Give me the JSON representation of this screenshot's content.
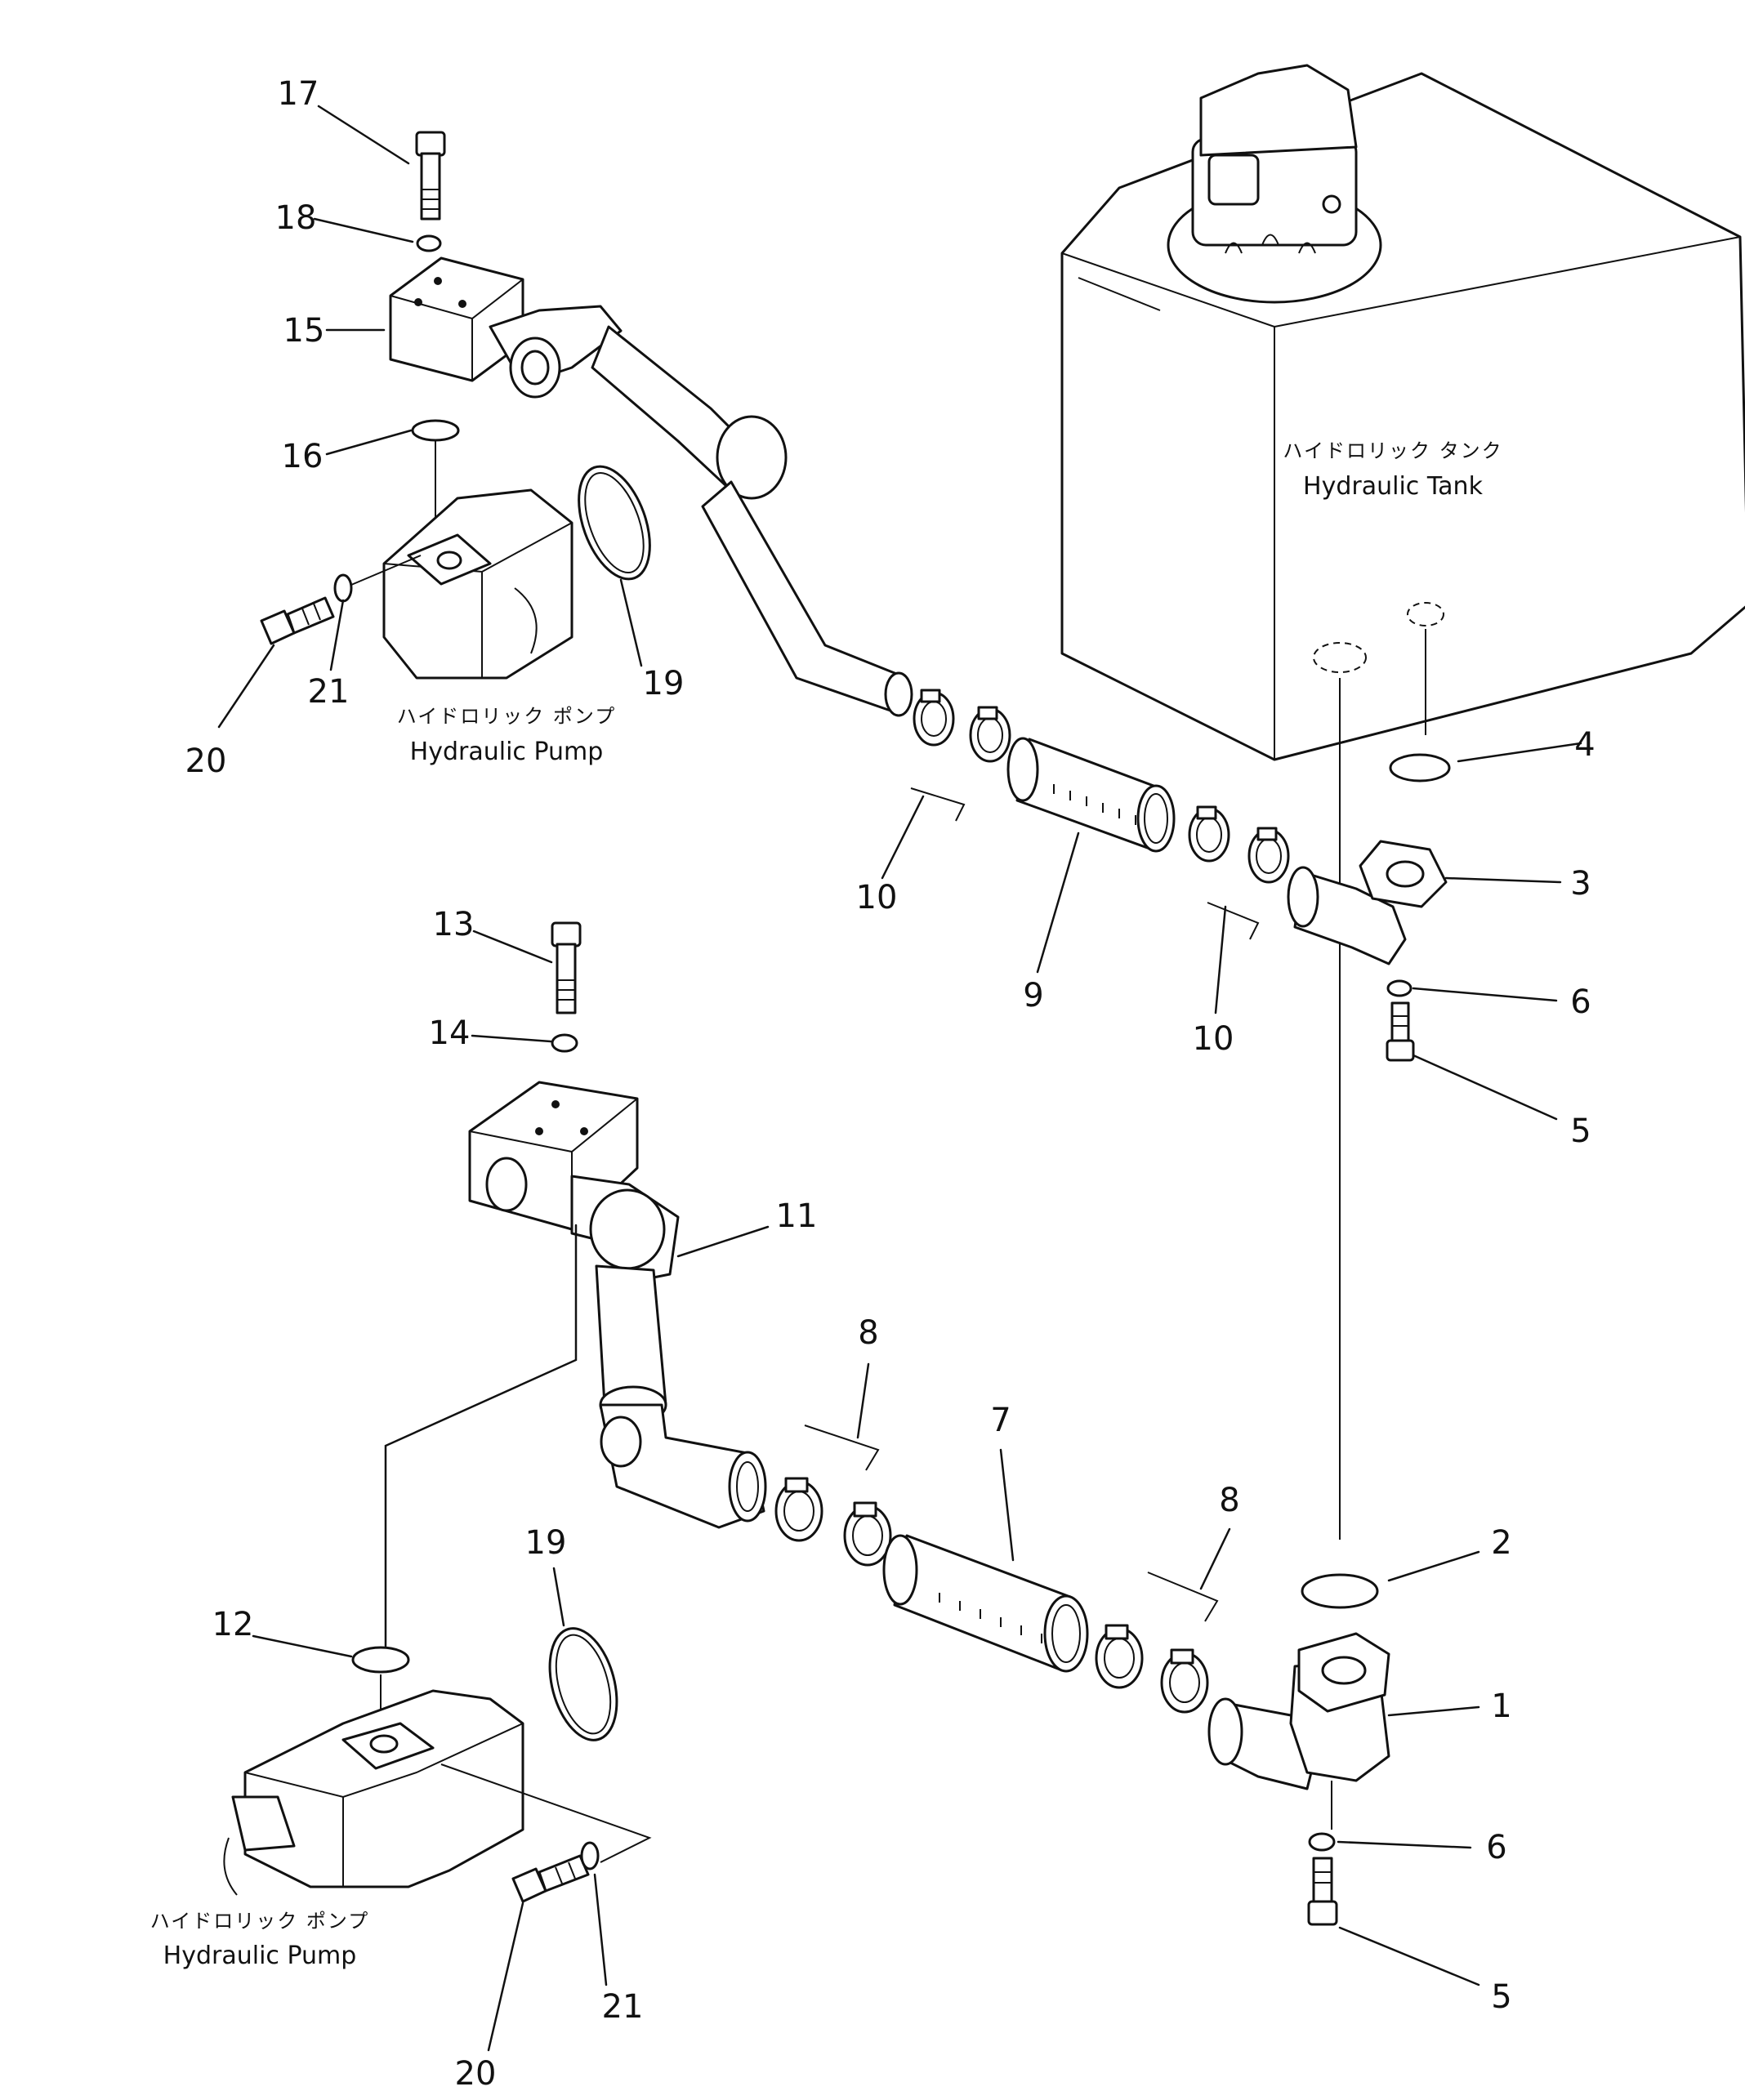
{
  "captions": {
    "tank_jp": "ハイドロリック タンク",
    "tank_en": "Hydraulic Tank",
    "pump_top_jp": "ハイドロリック ポンプ",
    "pump_top_en": "Hydraulic Pump",
    "pump_bottom_jp": "ハイドロリック ポンプ",
    "pump_bottom_en": "Hydraulic Pump"
  },
  "callouts": {
    "c1": "1",
    "c2": "2",
    "c3": "3",
    "c4": "4",
    "c5a": "5",
    "c5b": "5",
    "c6a": "6",
    "c6b": "6",
    "c7": "7",
    "c8a": "8",
    "c8b": "8",
    "c9": "9",
    "c10a": "10",
    "c10b": "10",
    "c11": "11",
    "c12": "12",
    "c13": "13",
    "c14": "14",
    "c15": "15",
    "c16": "16",
    "c17": "17",
    "c18": "18",
    "c19a": "19",
    "c19b": "19",
    "c20a": "20",
    "c20b": "20",
    "c21a": "21",
    "c21b": "21"
  }
}
